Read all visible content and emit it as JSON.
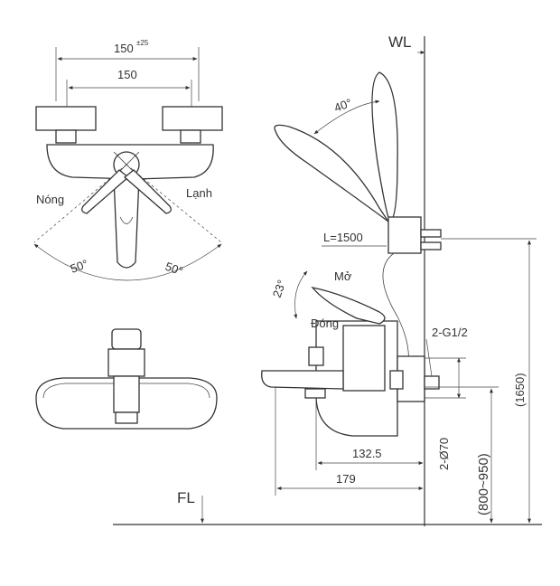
{
  "top_view": {
    "dim_outer": "150",
    "dim_outer_tol": "±25",
    "dim_inner": "150",
    "label_hot": "Nóng",
    "label_cold": "Lạnh",
    "angle_left": "50°",
    "angle_right": "50°"
  },
  "side_view": {
    "wall_label": "WL",
    "floor_label": "FL",
    "shower_angle": "40°",
    "hose_length": "L=1500",
    "label_open": "Mở",
    "label_closed": "Đóng",
    "lever_angle": "23°",
    "inlet": "2-G1/2",
    "inlet_diameter": "2-Ø70",
    "dim_spout_1": "132.5",
    "dim_spout_2": "179",
    "height_range": "(800~950)",
    "total_height": "(1650)"
  }
}
